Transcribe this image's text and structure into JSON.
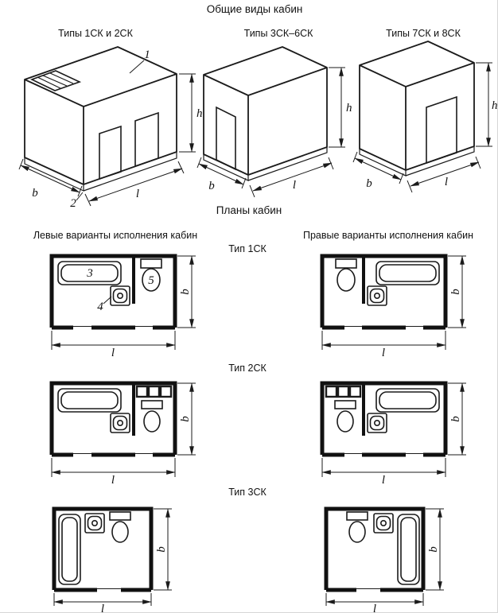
{
  "titles": {
    "main": "Общие виды кабин",
    "plans": "Планы кабин",
    "left_col": "Левые варианты исполнения кабин",
    "right_col": "Правые варианты исполнения кабин"
  },
  "iso_labels": {
    "box1": "Типы 1СК и 2СК",
    "box2": "Типы 3СК–6СК",
    "box3": "Типы 7СК и 8СК"
  },
  "type_labels": {
    "row1": "Тип 1СК",
    "row2": "Тип 2СК",
    "row3": "Тип 3СК"
  },
  "dims": {
    "h": "h",
    "b": "b",
    "l": "l"
  },
  "callouts": {
    "c1": "1",
    "c2": "2",
    "c3": "3",
    "c4": "4",
    "c5": "5"
  },
  "colors": {
    "line": "#1b1b1b",
    "background": "#ffffff"
  }
}
